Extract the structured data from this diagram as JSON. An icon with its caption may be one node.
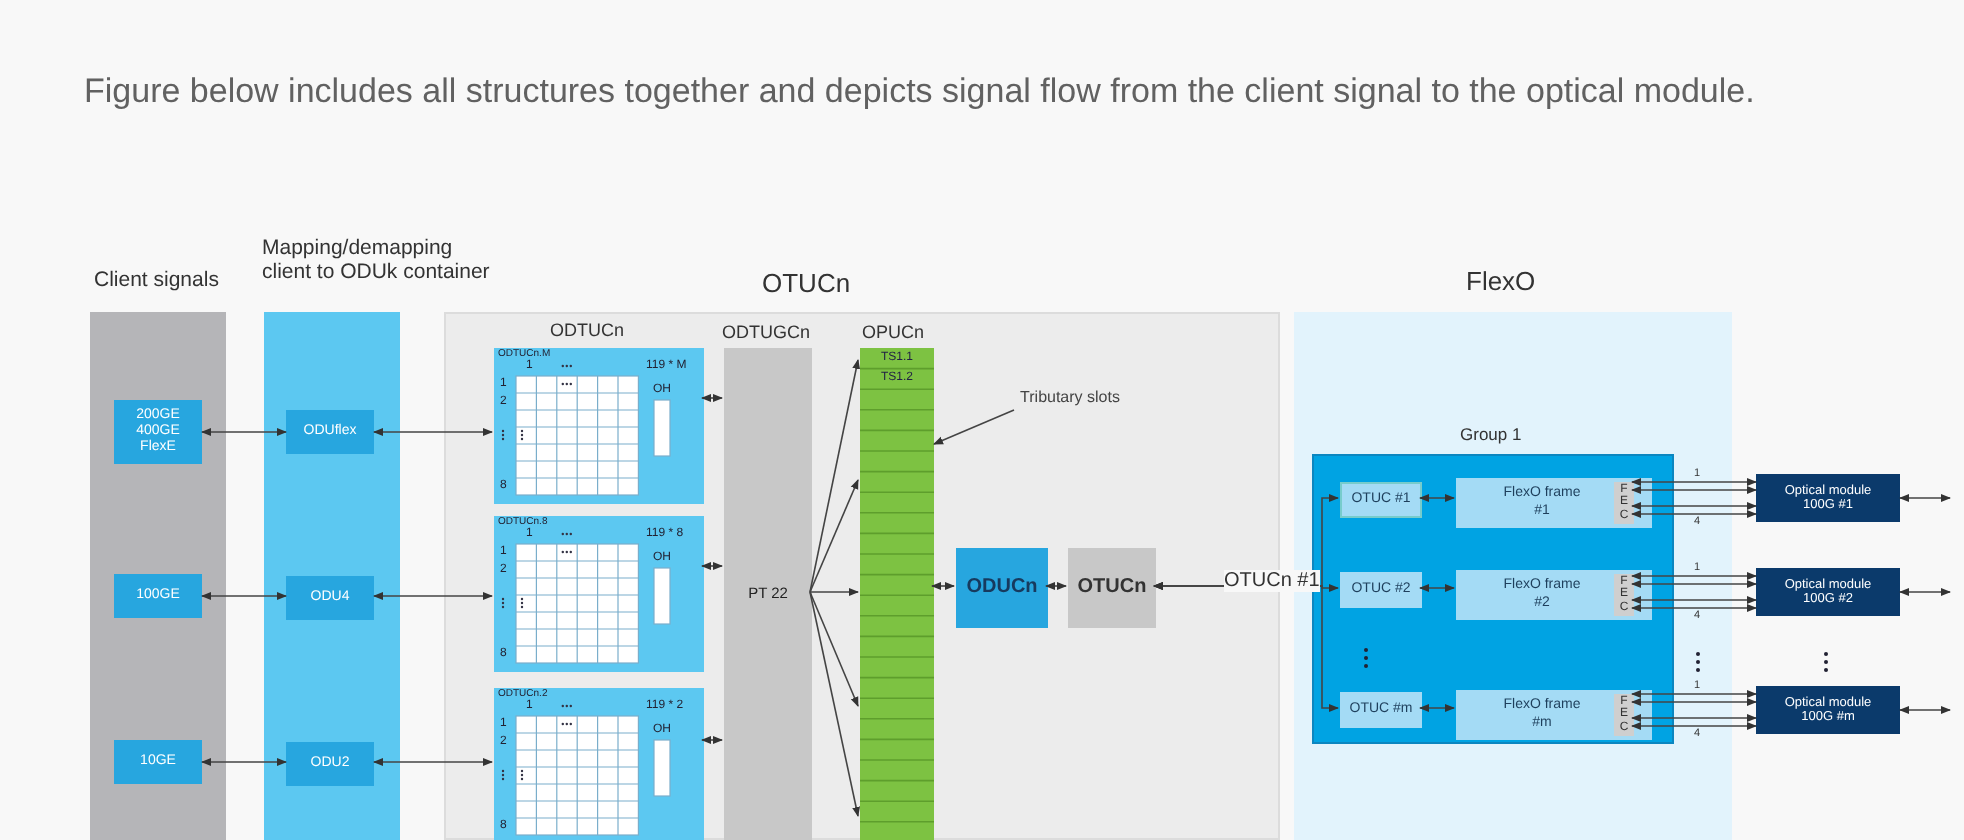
{
  "diagram": {
    "nodes": [
      {
        "text": [
          "Client signals"
        ]
      },
      {
        "text": [
          "200GE 400GE FlexE"
        ],
        "in": 0
      },
      {
        "text": [
          "100GE"
        ],
        "in": 0
      },
      {
        "text": [
          "10GE"
        ],
        "in": 0
      },
      {
        "text": [
          "Mapping/demapping client to ODUk container"
        ]
      },
      {
        "text": [
          "ODUflex"
        ],
        "in": 4
      },
      {
        "text": [
          "ODU4"
        ],
        "in": 4
      },
      {
        "text": [
          "ODU2"
        ],
        "in": 4
      },
      {
        "text": [
          "OTUCn"
        ]
      },
      {
        "text": [
          "ODTUCn.M",
          "1",
          "119 * M",
          "1",
          "2",
          "8",
          "OH"
        ],
        "in": 8
      },
      {
        "text": [
          "ODTUCn.8",
          "1",
          "119 * 8",
          "1",
          "2",
          "8",
          "OH"
        ],
        "in": 8
      },
      {
        "text": [
          "ODTUCn.2",
          "1",
          "119 * 2",
          "1",
          "2",
          "8",
          "OH"
        ],
        "in": 8
      },
      {
        "text": [
          "ODTUGCn",
          "PT 22"
        ],
        "in": 8
      },
      {
        "text": [
          "OPUCn",
          "TS1.1",
          "TS1.2"
        ],
        "in": 8
      },
      {
        "text": [
          "ODUCn"
        ],
        "in": 8
      },
      {
        "text": [
          "OTUCn"
        ],
        "in": 8
      },
      {
        "text": [
          "Tributary slots"
        ],
        "in": 8
      },
      {
        "text": [
          "FlexO"
        ]
      },
      {
        "text": [
          "Group 1"
        ],
        "in": 17
      },
      {
        "text": [
          "OTUC #1"
        ],
        "in": 18
      },
      {
        "text": [
          "FlexO frame #1"
        ],
        "in": 18
      },
      {
        "text": [
          "FEC"
        ],
        "in": 20
      },
      {
        "text": [
          "OTUC #2"
        ],
        "in": 18
      },
      {
        "text": [
          "FlexO frame #2"
        ],
        "in": 18
      },
      {
        "text": [
          "FEC"
        ],
        "in": 23
      },
      {
        "text": [
          "OTUC #m"
        ],
        "in": 18
      },
      {
        "text": [
          "FlexO frame #m"
        ],
        "in": 18
      },
      {
        "text": [
          "FEC"
        ],
        "in": 26
      },
      {
        "text": [
          "Optical module 100G #1"
        ]
      },
      {
        "text": [
          "Optical module 100G #2"
        ]
      },
      {
        "text": [
          "Optical module 100G #m"
        ]
      }
    ],
    "edges": [
      {
        "from": 1,
        "to": 5,
        "arrow": "both"
      },
      {
        "from": 2,
        "to": 6,
        "arrow": "both"
      },
      {
        "from": 3,
        "to": 7,
        "arrow": "both"
      },
      {
        "from": 5,
        "to": 9,
        "arrow": "both"
      },
      {
        "from": 6,
        "to": 10,
        "arrow": "both"
      },
      {
        "from": 7,
        "to": 11,
        "arrow": "both"
      },
      {
        "from": 9,
        "to": 12,
        "arrow": "both"
      },
      {
        "from": 10,
        "to": 12,
        "arrow": "both"
      },
      {
        "from": 11,
        "to": 12,
        "arrow": "both"
      },
      {
        "from": 12,
        "to": 13,
        "arrow": "to"
      },
      {
        "from": 12,
        "to": 13,
        "arrow": "to"
      },
      {
        "from": 12,
        "to": 13,
        "arrow": "to"
      },
      {
        "from": 12,
        "to": 13,
        "arrow": "to"
      },
      {
        "from": 12,
        "to": 13,
        "arrow": "to"
      },
      {
        "from": 13,
        "to": 14,
        "arrow": "both"
      },
      {
        "from": 14,
        "to": 15,
        "arrow": "both"
      },
      {
        "from": 15,
        "to": 19,
        "arrow": "both"
      },
      {
        "from": 15,
        "to": 22,
        "arrow": "both",
        "label": "OTUCn #1"
      },
      {
        "from": 15,
        "to": 25,
        "arrow": "both"
      },
      {
        "from": 19,
        "to": 20,
        "arrow": "both"
      },
      {
        "from": 22,
        "to": 23,
        "arrow": "both"
      },
      {
        "from": 25,
        "to": 26,
        "arrow": "both"
      },
      {
        "from": 21,
        "to": 28,
        "arrow": "both",
        "label": "1"
      },
      {
        "from": 21,
        "to": 28,
        "arrow": "both"
      },
      {
        "from": 21,
        "to": 28,
        "arrow": "both"
      },
      {
        "from": 21,
        "to": 28,
        "arrow": "both",
        "label": "4"
      },
      {
        "from": 24,
        "to": 29,
        "arrow": "both",
        "label": "1"
      },
      {
        "from": 24,
        "to": 29,
        "arrow": "both"
      },
      {
        "from": 24,
        "to": 29,
        "arrow": "both"
      },
      {
        "from": 24,
        "to": 29,
        "arrow": "both",
        "label": "4"
      },
      {
        "from": 27,
        "to": 30,
        "arrow": "both",
        "label": "1"
      },
      {
        "from": 27,
        "to": 30,
        "arrow": "both"
      },
      {
        "from": 27,
        "to": 30,
        "arrow": "both"
      },
      {
        "from": 27,
        "to": 30,
        "arrow": "both",
        "label": "4"
      },
      {
        "from": 28,
        "to": null,
        "arrow": "both"
      },
      {
        "from": 29,
        "to": null,
        "arrow": "both"
      },
      {
        "from": 30,
        "to": null,
        "arrow": "both"
      },
      {
        "from": 16,
        "to": 13,
        "arrow": "to"
      }
    ],
    "labels": [
      "Figure below includes all structures together and depicts signal flow from the client signal to the optical module.",
      "ODTUCn"
    ]
  }
}
